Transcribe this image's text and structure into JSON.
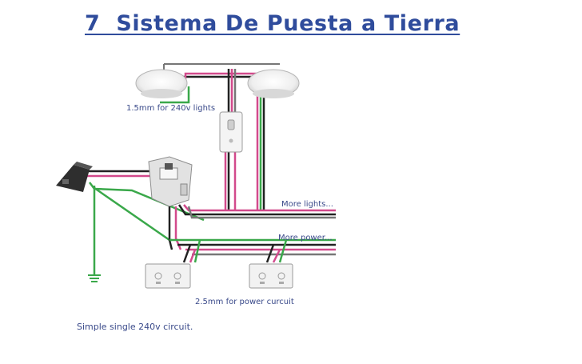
{
  "page": {
    "title": "7  Sistema De Puesta a Tierra"
  },
  "diagram": {
    "labels": {
      "lights_cable": "1.5mm for 240v lights",
      "more_lights": "More lights...",
      "more_power": "More power...",
      "power_cable": "2.5mm for power curcuit",
      "caption": "Simple single 240v circuit."
    },
    "wire_colors": {
      "active": "#d24a8c",
      "neutral": "#222222",
      "earth": "#3aa84a",
      "cable": "#888888"
    }
  }
}
